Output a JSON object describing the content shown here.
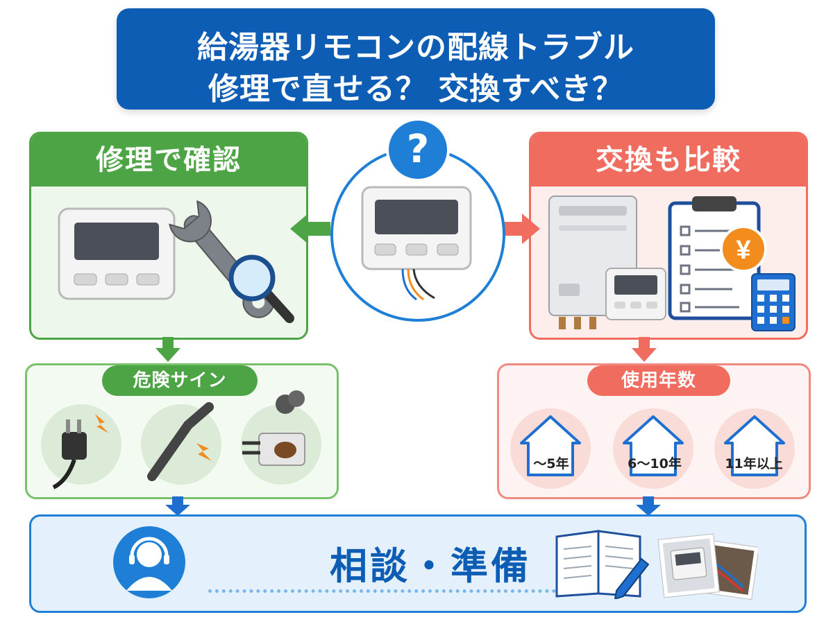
{
  "title": {
    "line1": "給湯器リモコンの配線トラブル",
    "line2": "修理で直せる？ 交換すべき？"
  },
  "center": {
    "question_mark": "?"
  },
  "repair": {
    "header": "修理で確認",
    "danger_pill": "危険サイン"
  },
  "replace": {
    "header": "交換も比較",
    "yen_symbol": "¥",
    "years_pill": "使用年数",
    "years": [
      "～5年",
      "6～10年",
      "11年以上"
    ]
  },
  "consult": {
    "label": "相談・準備"
  },
  "colors": {
    "blue": "#1f7fd6",
    "navy": "#0e5db5",
    "green": "#4da445",
    "red": "#ef6c5f",
    "orange": "#f28c1c"
  },
  "icons": [
    "question-icon",
    "remote-icon",
    "wrench-icon",
    "magnifier-icon",
    "water-heater-icon",
    "clipboard-icon",
    "yen-icon",
    "calculator-icon",
    "plug-spark-icon",
    "frayed-wire-icon",
    "burnt-connector-icon",
    "house-icon",
    "headset-icon",
    "notebook-icon",
    "pen-icon",
    "photo-icon",
    "arrow-icon"
  ]
}
